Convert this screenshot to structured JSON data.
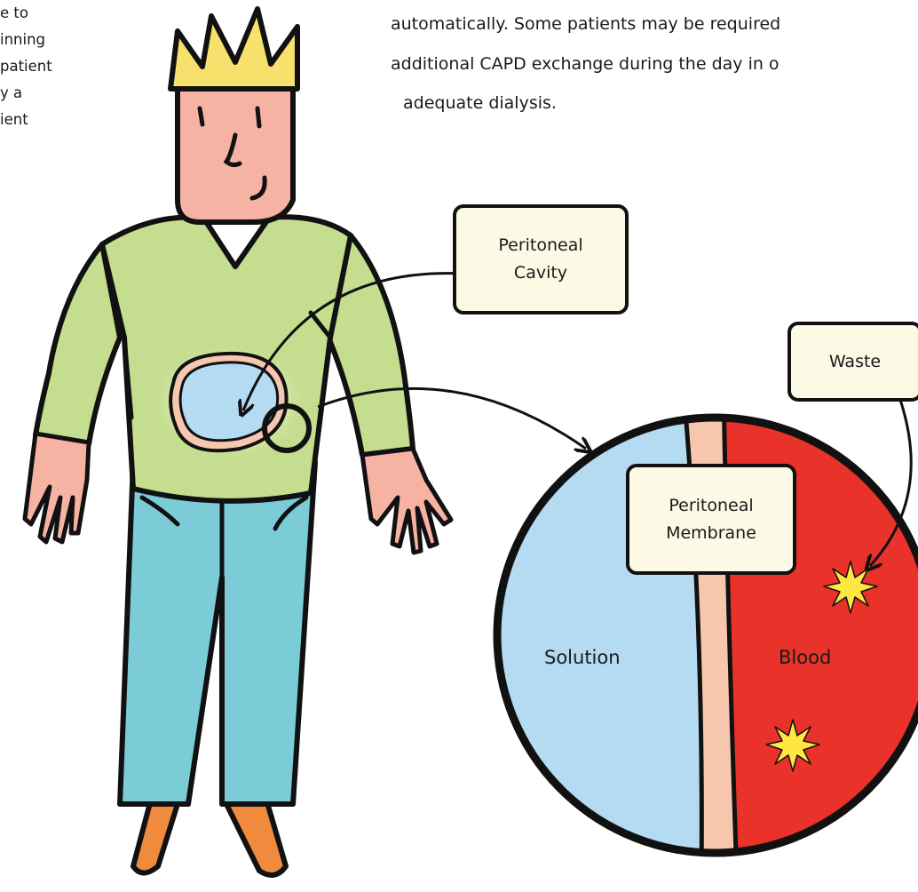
{
  "intro_text_left": {
    "lines": [
      "e to",
      "inning",
      "patient",
      "y a",
      "ient"
    ]
  },
  "intro_text_top": {
    "lines": [
      "automatically.  Some patients may be required",
      " additional CAPD exchange during the day in o",
      "adequate dialysis."
    ]
  },
  "labels": {
    "peritoneal_cavity": [
      "Peritoneal",
      "Cavity"
    ],
    "waste": "Waste",
    "peritoneal_membrane": [
      "Peritoneal",
      "Membrane"
    ],
    "solution": "Solution",
    "blood": "Blood"
  },
  "colors": {
    "hair": "#f7e06b",
    "skin": "#f6b3a4",
    "sweater": "#c5dd8e",
    "jeans": "#7cccd8",
    "shoes": "#f08a3c",
    "solution": "#b4dbf2",
    "membrane": "#f7c7ad",
    "blood": "#e8322a",
    "waste_star": "#ffe642",
    "callout_fill": "#fcf9e4",
    "outline": "#111111"
  }
}
